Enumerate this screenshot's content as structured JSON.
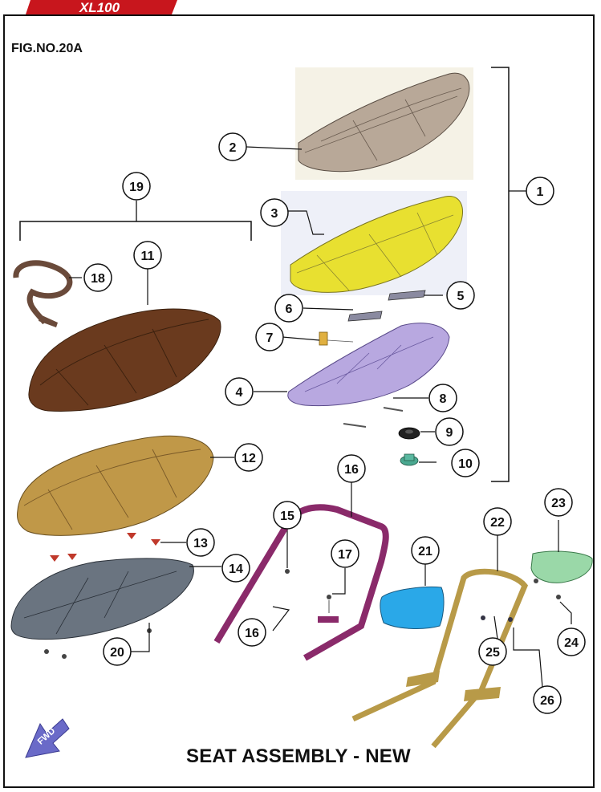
{
  "header": {
    "logo_text": "XL100",
    "logo_color": "#c8161d"
  },
  "figure_number": "FIG.NO.20A",
  "title": "SEAT ASSEMBLY - NEW",
  "fwd_label": "FWD",
  "parts": {
    "p1": "1",
    "p2": "2",
    "p3": "3",
    "p4": "4",
    "p5": "5",
    "p6": "6",
    "p7": "7",
    "p8": "8",
    "p9": "9",
    "p10": "10",
    "p11": "11",
    "p12": "12",
    "p13": "13",
    "p14": "14",
    "p15": "15",
    "p16a": "16",
    "p16b": "16",
    "p17": "17",
    "p18": "18",
    "p19": "19",
    "p20": "20",
    "p21": "21",
    "p22": "22",
    "p23": "23",
    "p24": "24",
    "p25": "25",
    "p26": "26"
  },
  "colors": {
    "seat_cover_grey": "#b8a898",
    "seat_cover_yellow": "#e8e030",
    "seat_base_purple": "#b8a8e0",
    "seat_brown": "#6a3a1e",
    "seat_tan": "#c09848",
    "seat_base_grey": "#6a7480",
    "grab_rail_purple": "#8a2a6a",
    "grab_rail_gold": "#b89a48",
    "backrest_blue": "#2aa8e8",
    "bracket_green": "#9ad8a8"
  }
}
